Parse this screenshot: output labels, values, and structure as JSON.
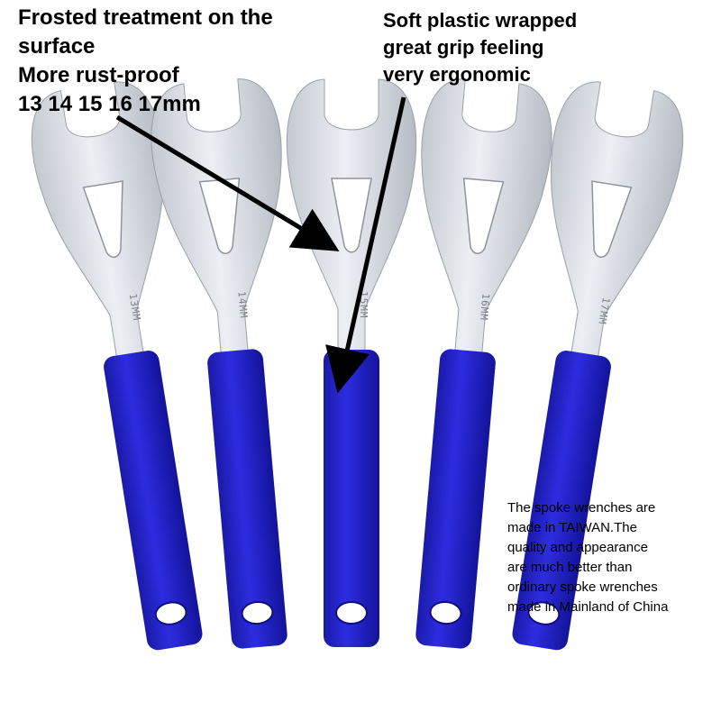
{
  "captions": {
    "left": [
      "Frosted treatment on the",
      "surface",
      "More rust-proof",
      "13 14 15 16 17mm"
    ],
    "right": [
      "Soft plastic wrapped",
      "great grip feeling",
      "very ergonomic"
    ],
    "bottom": [
      "The spoke wrenches are",
      "made in TAIWAN.The",
      "quality and appearance",
      "are much better than",
      "ordinary spoke wrenches",
      "made in Mainland of China"
    ]
  },
  "wrenches": [
    {
      "size_mark": "13MM"
    },
    {
      "size_mark": "14MM"
    },
    {
      "size_mark": "15MM"
    },
    {
      "size_mark": "16MM"
    },
    {
      "size_mark": "17MM"
    }
  ],
  "colors": {
    "metal": "#d9dde3",
    "metal_shade": "#b7bdc6",
    "grip": "#2323c8",
    "grip_shade": "#15159a",
    "arrow": "#000000",
    "background": "#ffffff"
  }
}
